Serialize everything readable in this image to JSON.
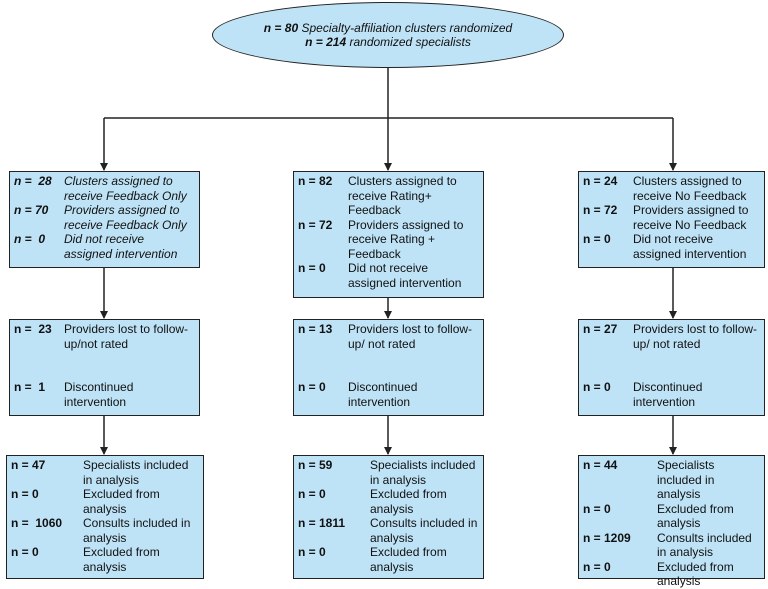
{
  "top": {
    "line1_num": "n = 80",
    "line1_text": "Specialty-affiliation clusters randomized",
    "line2_num": "n = 214",
    "line2_text": "randomized specialists"
  },
  "arms": [
    {
      "assigned": [
        {
          "num": "n =  28",
          "text": "Clusters assigned to receive Feedback Only"
        },
        {
          "num": "n = 70",
          "text": "Providers assigned to receive Feedback Only"
        },
        {
          "num": "n =  0",
          "text": "Did not receive assigned intervention"
        }
      ],
      "followup": [
        {
          "num": "n =  23",
          "text": "Providers lost to follow-up/not rated"
        },
        {
          "num": "n =  1",
          "text": "Discontinued intervention"
        }
      ],
      "analysis": [
        {
          "num": "n = 47",
          "text": "Specialists included in analysis"
        },
        {
          "num": "n = 0",
          "text": "Excluded from analysis"
        },
        {
          "num": "n =  1060",
          "text": "Consults included in analysis"
        },
        {
          "num": "n = 0",
          "text": "Excluded from analysis"
        }
      ]
    },
    {
      "assigned": [
        {
          "num": "n = 82",
          "text": "Clusters assigned to receive Rating+ Feedback"
        },
        {
          "num": "n = 72",
          "text": "Providers assigned to receive Rating + Feedback"
        },
        {
          "num": "n = 0",
          "text": "Did not receive assigned intervention"
        }
      ],
      "followup": [
        {
          "num": "n = 13",
          "text": "Providers lost to follow-up/ not rated"
        },
        {
          "num": "n = 0",
          "text": "Discontinued intervention"
        }
      ],
      "analysis": [
        {
          "num": "n = 59",
          "text": "Specialists included in analysis"
        },
        {
          "num": "n = 0",
          "text": "Excluded from analysis"
        },
        {
          "num": "n = 1811",
          "text": "Consults included in analysis"
        },
        {
          "num": "n = 0",
          "text": "Excluded from analysis"
        }
      ]
    },
    {
      "assigned": [
        {
          "num": "n = 24",
          "text": "Clusters assigned to receive No Feedback"
        },
        {
          "num": "n = 72",
          "text": "Providers assigned to receive No Feedback"
        },
        {
          "num": "n = 0",
          "text": "Did not receive assigned intervention"
        }
      ],
      "followup": [
        {
          "num": "n = 27",
          "text": "Providers lost to follow-up/ not rated"
        },
        {
          "num": "n = 0",
          "text": "Discontinued intervention"
        }
      ],
      "analysis": [
        {
          "num": "n = 44",
          "text": "Specialists included in analysis"
        },
        {
          "num": "n = 0",
          "text": "Excluded from analysis"
        },
        {
          "num": "n = 1209",
          "text": "Consults included in analysis"
        },
        {
          "num": "n = 0",
          "text": "Excluded from analysis"
        }
      ]
    }
  ],
  "colors": {
    "box_fill": "#bfe3f6",
    "border": "#222222"
  }
}
